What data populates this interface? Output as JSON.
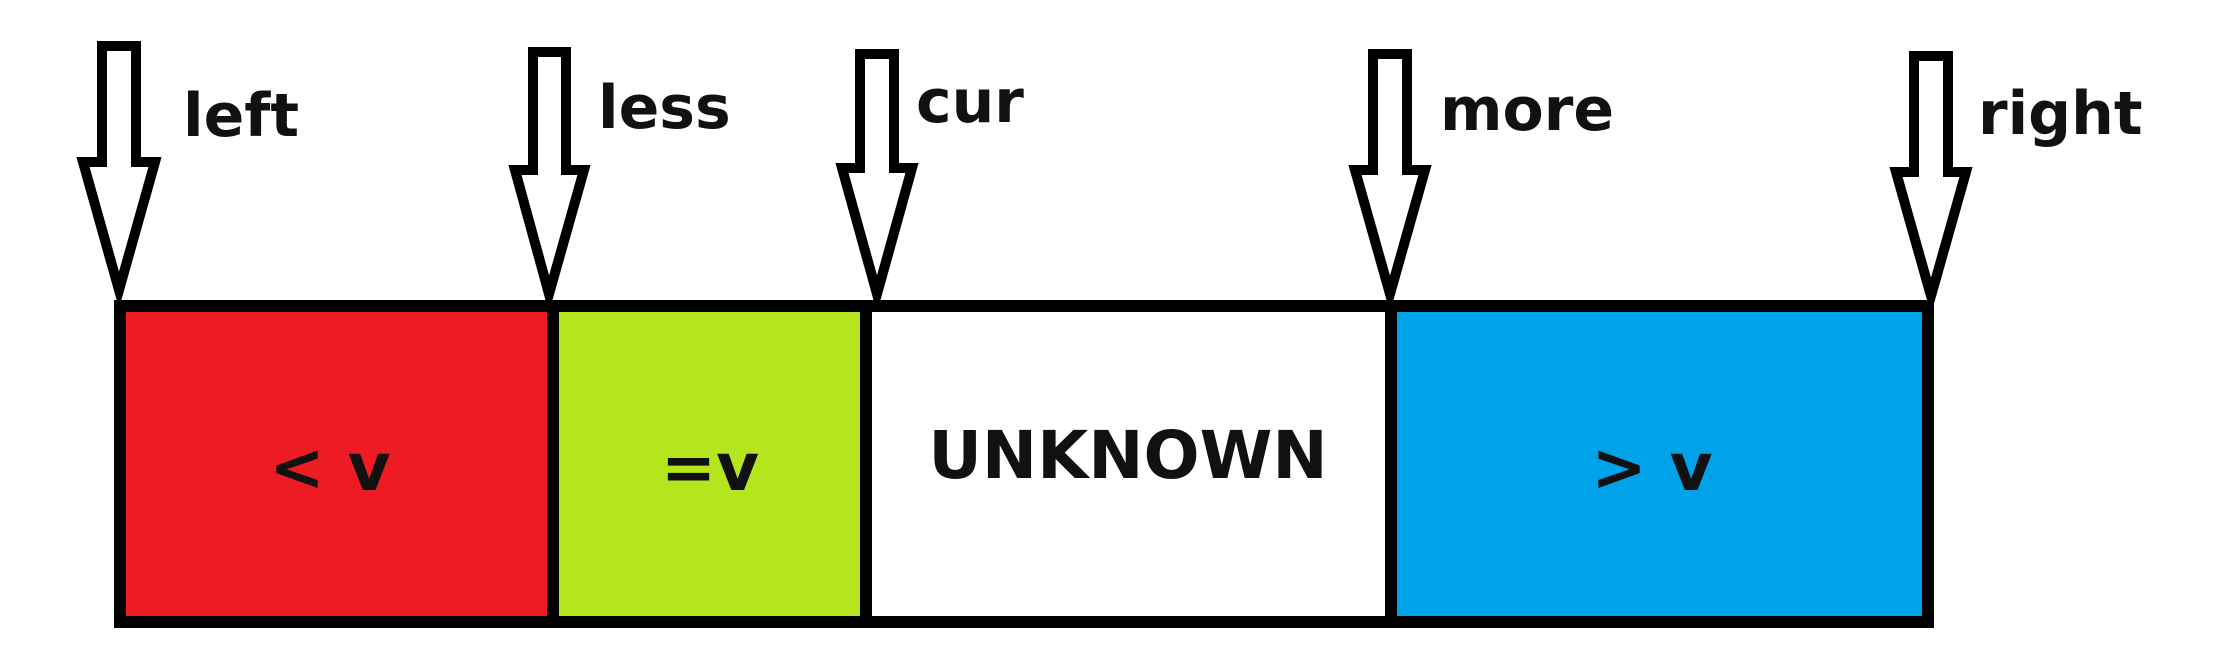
{
  "pointers": [
    {
      "id": "left",
      "label": "left"
    },
    {
      "id": "less",
      "label": "less"
    },
    {
      "id": "cur",
      "label": "cur"
    },
    {
      "id": "more",
      "label": "more"
    },
    {
      "id": "right",
      "label": "right"
    }
  ],
  "segments": [
    {
      "id": "less-than",
      "label": "< v",
      "color": "#ed1c24"
    },
    {
      "id": "equal",
      "label": "=v",
      "color": "#b5e61d"
    },
    {
      "id": "unknown",
      "label": "UNKNOWN",
      "color": "#ffffff"
    },
    {
      "id": "greater-than",
      "label": "> v",
      "color": "#00a2e8"
    }
  ],
  "colors": {
    "outline": "#000000",
    "text": "#111111"
  }
}
